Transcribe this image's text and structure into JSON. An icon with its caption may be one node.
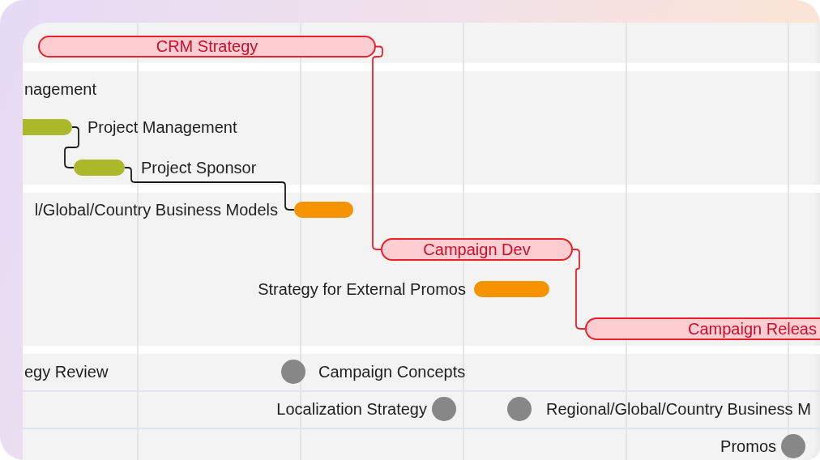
{
  "diagram": {
    "nodes": [
      {
        "text": [
          "CRM Strategy"
        ]
      },
      {
        "text": [],
        "shape": "bar",
        "beside": [
          "Project Management"
        ]
      },
      {
        "text": [],
        "shape": "bar",
        "beside": [
          "Project Sponsor"
        ]
      },
      {
        "text": [],
        "shape": "bar",
        "beside": [
          "l/Global/Country Business Models"
        ]
      },
      {
        "text": [
          "Campaign Dev"
        ]
      },
      {
        "text": [],
        "shape": "bar",
        "beside": [
          "Strategy for External Promos"
        ]
      },
      {
        "text": [
          "Campaign Releas"
        ]
      },
      {
        "text": [],
        "shape": "circle",
        "beside": [
          "Campaign Concepts"
        ]
      },
      {
        "text": [],
        "shape": "circle",
        "beside": [
          "Localization Strategy"
        ]
      },
      {
        "text": [],
        "shape": "circle",
        "beside": [
          "Regional/Global/Country Business M"
        ]
      },
      {
        "text": [],
        "shape": "circle",
        "beside": [
          "Promos"
        ]
      }
    ],
    "edges": [
      {
        "from": 0,
        "to": 4,
        "arrow": "none",
        "color": "#e8222d"
      },
      {
        "from": 4,
        "to": 6,
        "arrow": "none",
        "color": "#e8222d"
      },
      {
        "from": 1,
        "to": 2,
        "arrow": "none",
        "color": "#1a1a1a"
      },
      {
        "from": 2,
        "to": 3,
        "arrow": "none",
        "color": "#1a1a1a"
      }
    ],
    "labels": [
      "nagement",
      "egy Review"
    ]
  }
}
